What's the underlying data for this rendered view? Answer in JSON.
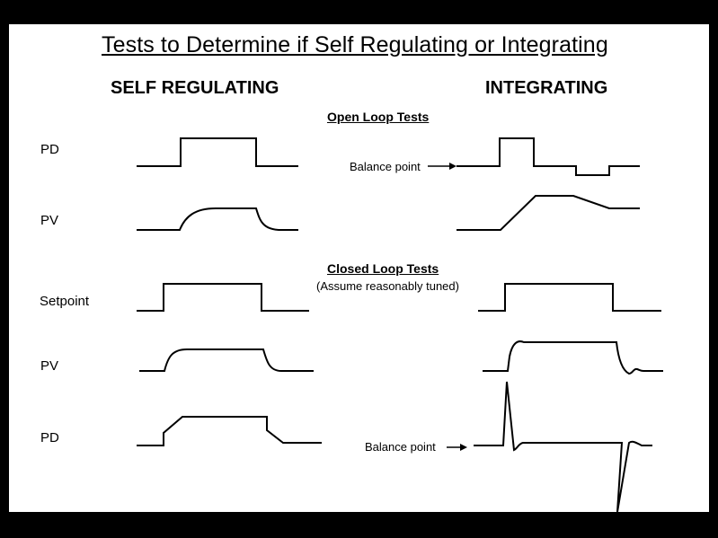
{
  "title": "Tests to Determine if Self Regulating or Integrating",
  "columns": {
    "self_regulating": "SELF REGULATING",
    "integrating": "INTEGRATING"
  },
  "sections": {
    "open_loop": "Open Loop Tests",
    "closed_loop": "Closed  Loop Tests",
    "closed_loop_note": "(Assume reasonably tuned)"
  },
  "rows": {
    "open_pd": "PD",
    "open_pv": "PV",
    "closed_setpoint": "Setpoint",
    "closed_pv": "PV",
    "closed_pd": "PD"
  },
  "annotations": {
    "balance_point_open": "Balance point",
    "balance_point_closed": "Balance point"
  },
  "colors": {
    "background": "#000000",
    "slide": "#ffffff",
    "ink": "#000000"
  }
}
